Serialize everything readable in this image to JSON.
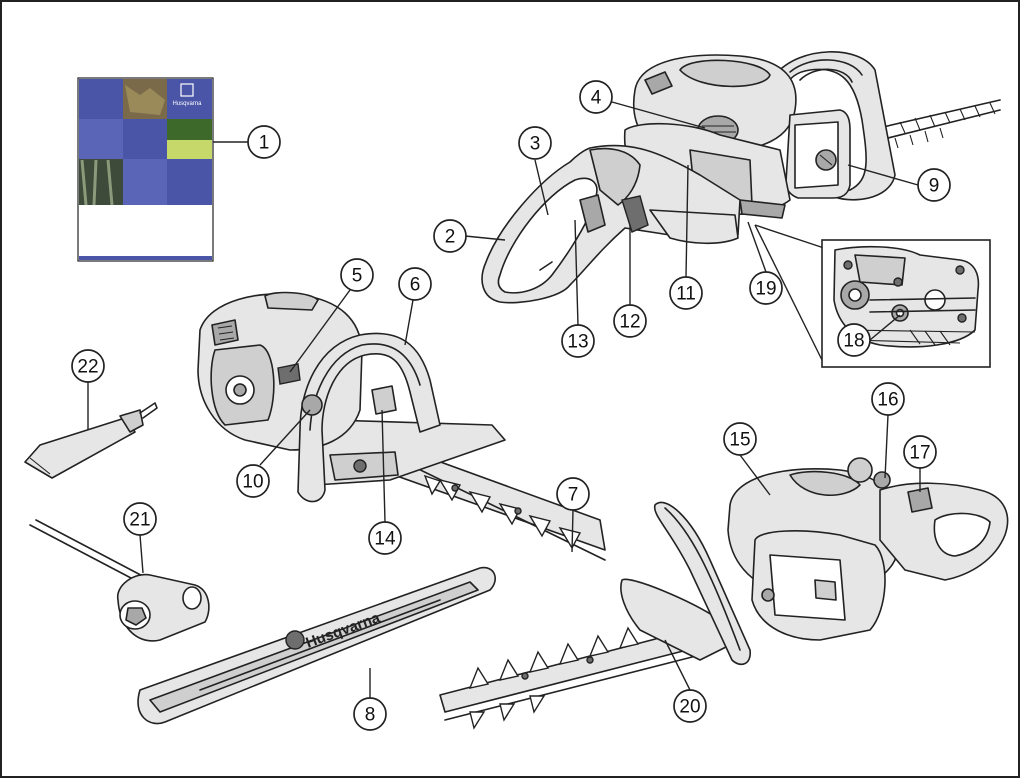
{
  "figure": {
    "brand_text": "Husqvarna",
    "manual_logo_text": "Husqvarna",
    "callouts": [
      "1",
      "2",
      "3",
      "4",
      "5",
      "6",
      "7",
      "8",
      "9",
      "10",
      "11",
      "12",
      "13",
      "14",
      "15",
      "16",
      "17",
      "18",
      "19",
      "20",
      "21",
      "22"
    ]
  },
  "colors": {
    "manual_blue": "#4a55a8",
    "manual_blue_light": "#5b65b8",
    "line": "#222222"
  }
}
